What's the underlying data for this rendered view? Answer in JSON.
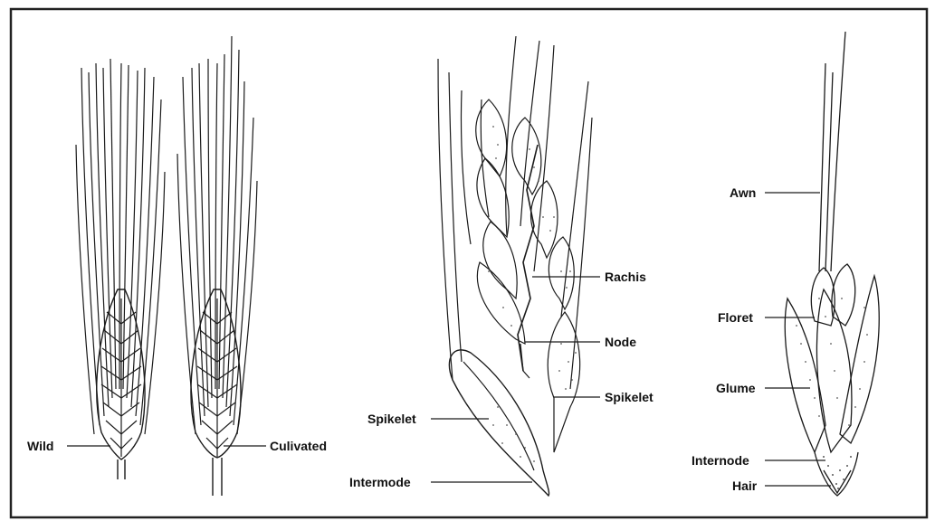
{
  "labels": {
    "wild": "Wild",
    "culivated": "Culivated",
    "rachis": "Rachis",
    "node": "Node",
    "spikelet_right": "Spikelet",
    "spikelet_left": "Spikelet",
    "intermode": "Intermode",
    "awn": "Awn",
    "floret": "Floret",
    "glume": "Glume",
    "internode": "Internode",
    "hair": "Hair"
  },
  "colors": {
    "ink": "#1a1a1a",
    "frame": "#222222",
    "stipple": "#555555"
  }
}
